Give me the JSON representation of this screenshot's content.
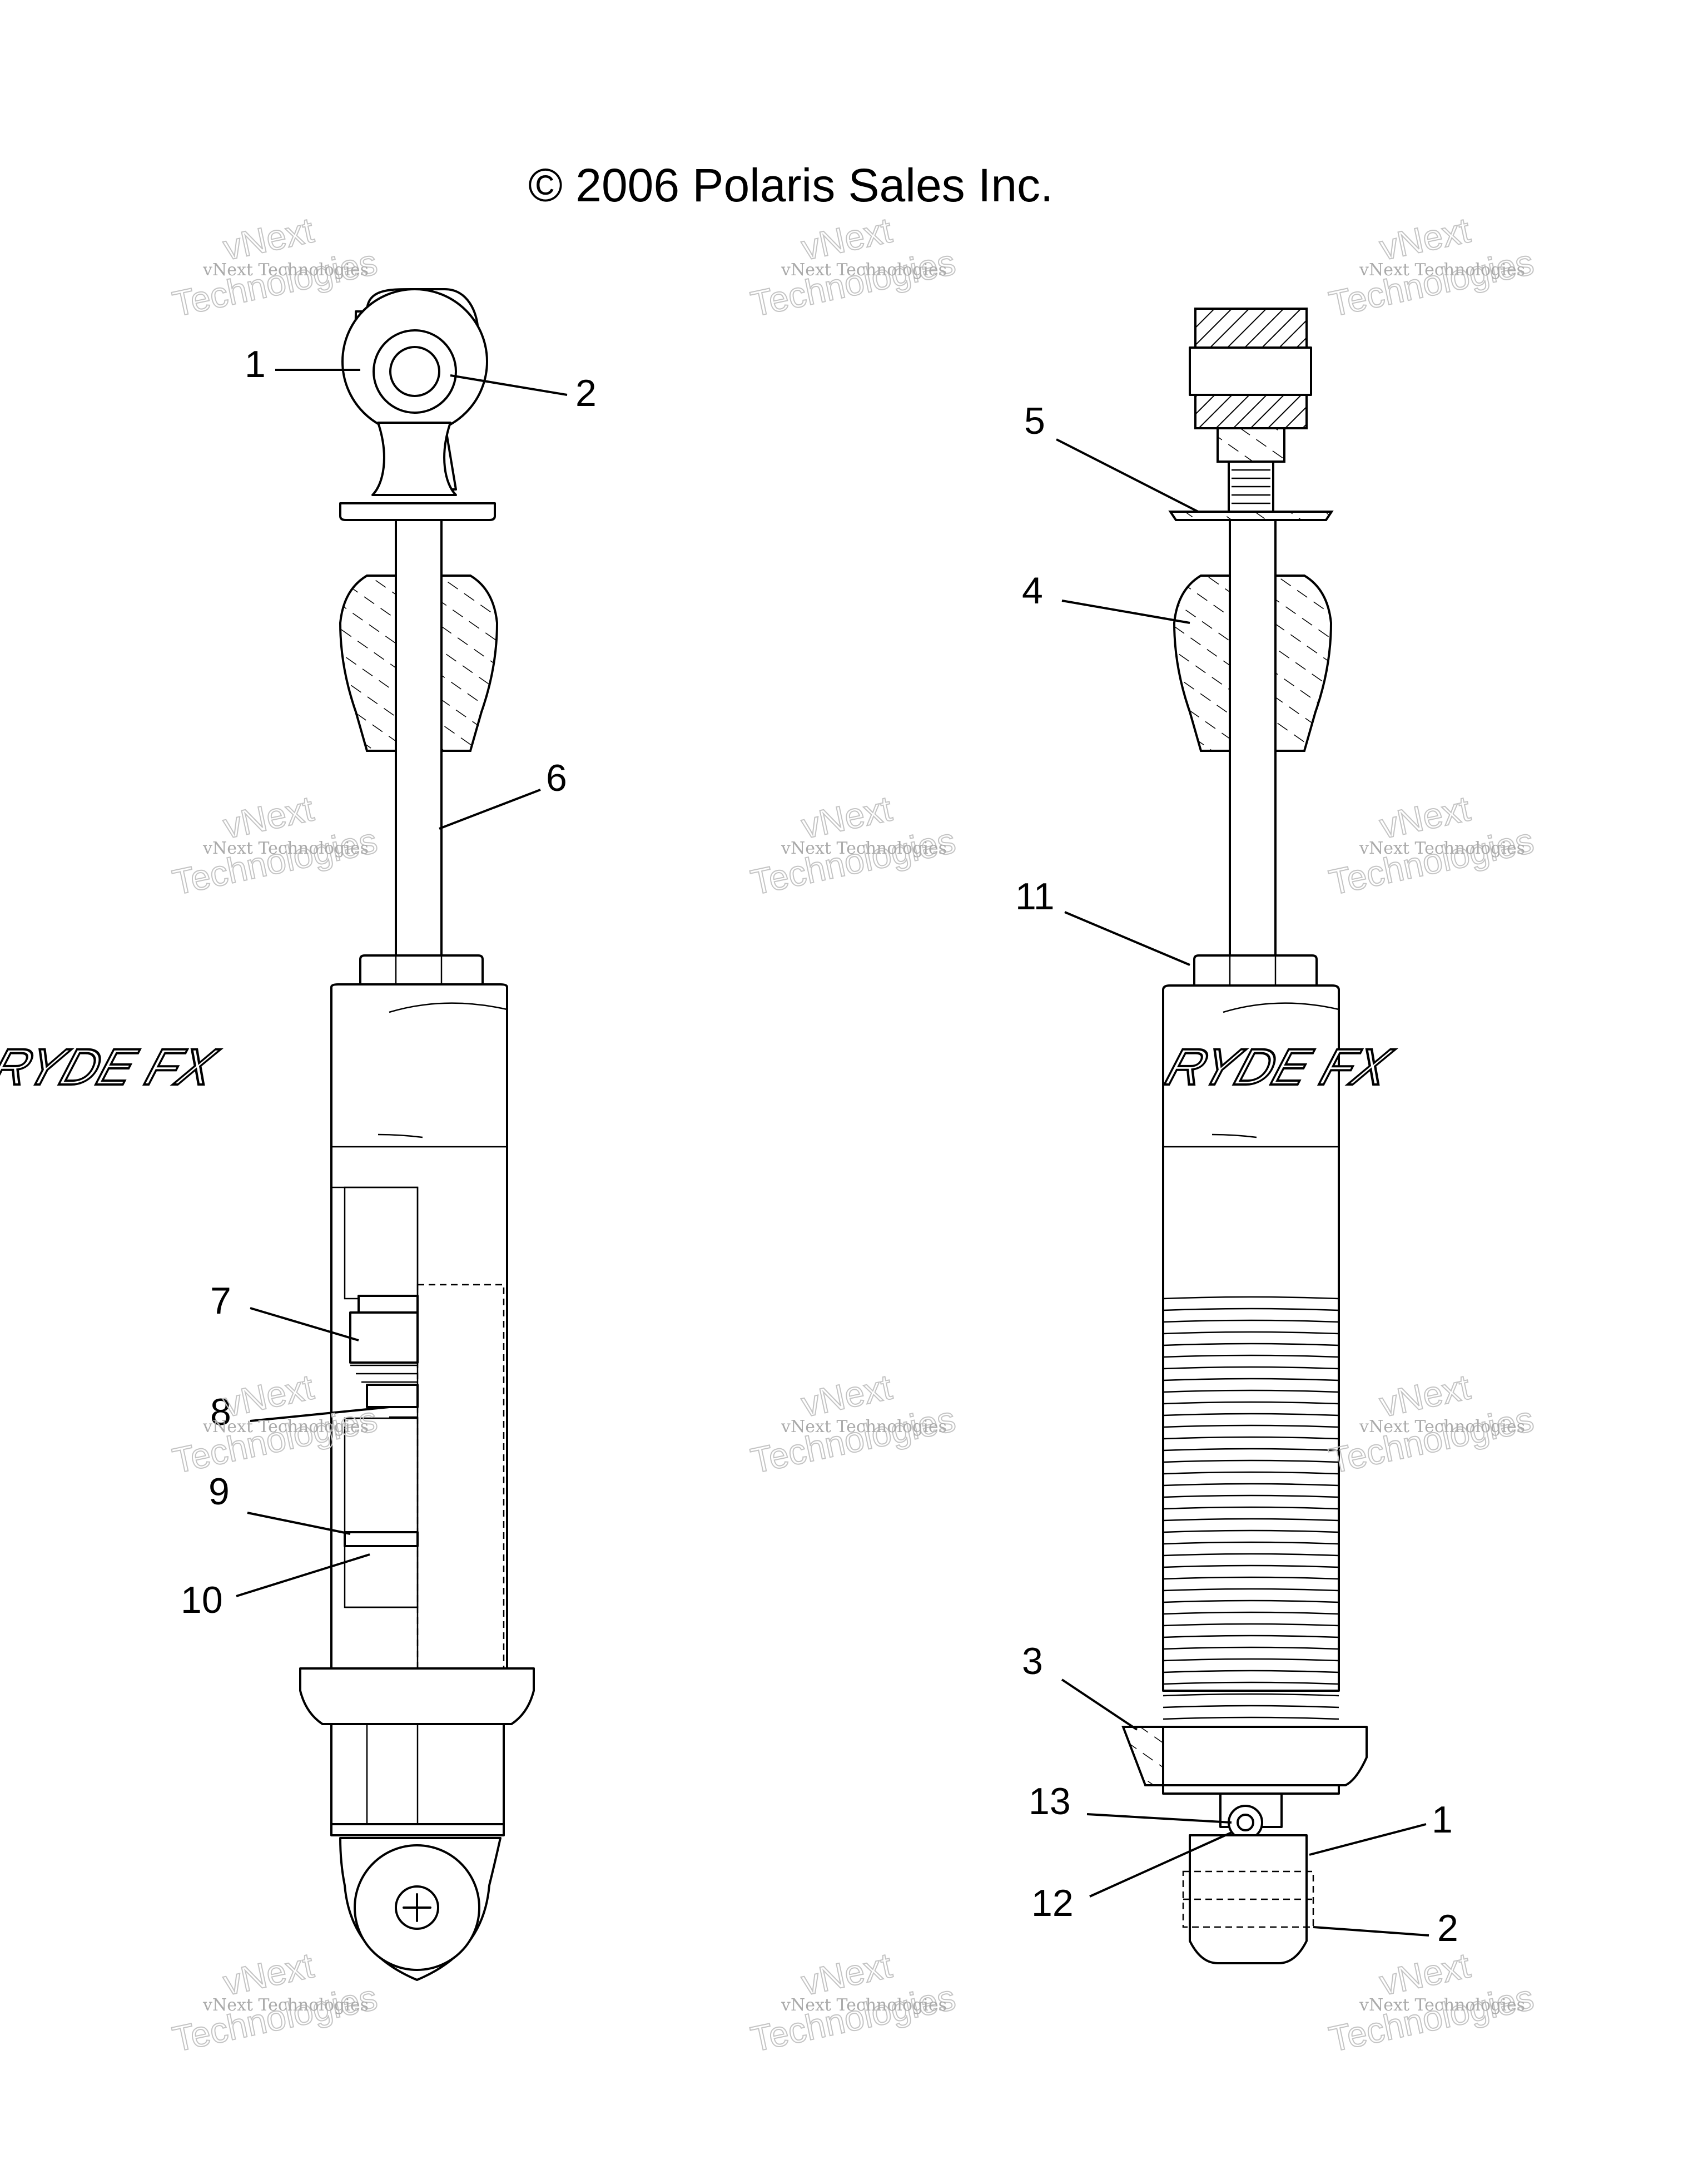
{
  "copyright": "© 2006 Polaris Sales Inc.",
  "watermark": {
    "small": "vNext Technologies",
    "big_line1": "vNext",
    "big_line2": "Technologies"
  },
  "logo_text": "RYDE FX",
  "callouts": {
    "left": [
      "1",
      "2",
      "6",
      "7",
      "8",
      "9",
      "10"
    ],
    "right": [
      "5",
      "4",
      "11",
      "3",
      "13",
      "1",
      "12",
      "2"
    ]
  }
}
